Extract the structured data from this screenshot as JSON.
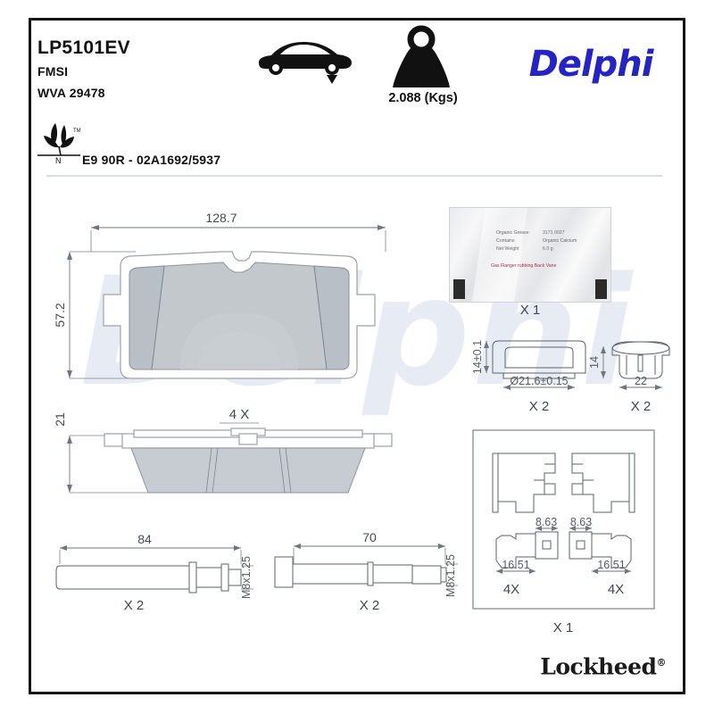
{
  "header": {
    "part_number": "LP5101EV",
    "fmsi_label": "FMSI",
    "wva_label": "WVA 29478",
    "approval": "E9 90R - 02A1692/5937",
    "brand": "Delphi",
    "brand_color": "#2323c8",
    "weight": "2.088 (Kgs)",
    "axle_icon": "car-front-axle-icon",
    "weight_icon": "weight-kettlebell-icon",
    "eco_icon": "eco-leaf-n-mark-icon"
  },
  "watermark": {
    "text": "Delphi",
    "color": "#e7ecf4"
  },
  "pad_top_view": {
    "width_dim": "128.7",
    "height_dim": "57.2",
    "quantity": "4 X"
  },
  "pad_side_view": {
    "thickness_dim": "21"
  },
  "grease_sachet": {
    "quantity": "X 1",
    "line1_label": "Organic Grease",
    "line1_value": "3171 0027",
    "line2_label": "Contains",
    "line2_value": "Organic Calcium",
    "line3_label": "Net Weight",
    "line3_value": "6.0 g",
    "warning": "Gas Flanger  rubbing Back Vane"
  },
  "bush_front": {
    "height_dim": "14±0.1",
    "diameter_dim": "Ø21.6±0.15",
    "quantity": "X 2"
  },
  "bush_side": {
    "height_dim": "14",
    "width_dim": "22",
    "quantity": "X 2"
  },
  "clip_kit": {
    "dim_a_left": "8.63",
    "dim_a_right": "8.63",
    "dim_b_left": "16.51",
    "dim_b_right": "16.51",
    "qty_left": "4X",
    "qty_right": "4X",
    "kit_quantity": "X 1"
  },
  "bolt_long": {
    "length_dim": "84",
    "thread_dim": "M8x1.25",
    "quantity": "X 2"
  },
  "bolt_short": {
    "length_dim": "70",
    "thread_dim": "M8x1.25",
    "quantity": "X 2"
  },
  "footer": {
    "brand": "Lockheed",
    "registered": "®"
  }
}
